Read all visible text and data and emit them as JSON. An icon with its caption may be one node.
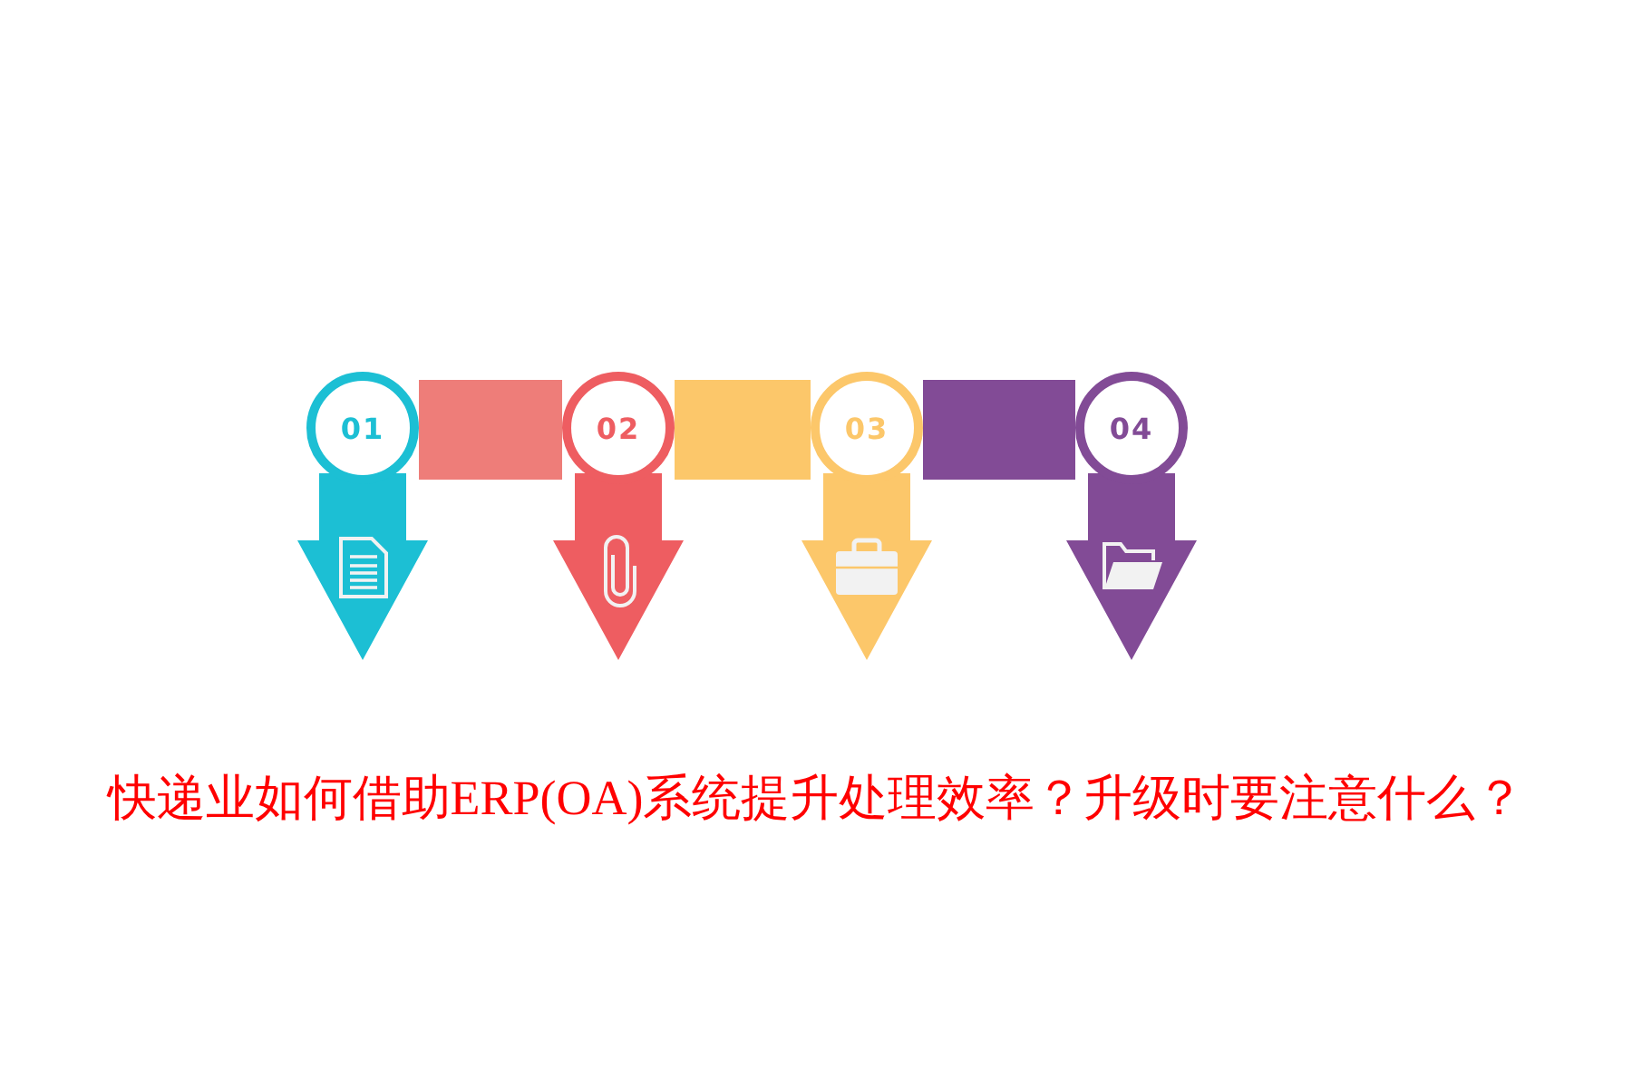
{
  "diagram": {
    "title": "快递业如何借助ERP(OA)系统提升处理效率？升级时要注意什么？",
    "nodes": [
      {
        "text": [
          "01"
        ]
      },
      {
        "text": [
          "02"
        ]
      },
      {
        "text": [
          "03"
        ]
      },
      {
        "text": [
          "04"
        ]
      }
    ],
    "edges": [
      {
        "from": 0,
        "to": 1,
        "arrow": "none",
        "color": "#ee7d79"
      },
      {
        "from": 1,
        "to": 2,
        "arrow": "none",
        "color": "#fcc76a"
      },
      {
        "from": 2,
        "to": 3,
        "arrow": "none",
        "color": "#824b96"
      },
      {
        "from": 0,
        "to": null,
        "arrow": "to",
        "color": "#1cbfd4"
      },
      {
        "from": 1,
        "to": null,
        "arrow": "to",
        "color": "#ee5d61"
      },
      {
        "from": 2,
        "to": null,
        "arrow": "to",
        "color": "#fcc76a"
      },
      {
        "from": 3,
        "to": null,
        "arrow": "to",
        "color": "#824b96"
      }
    ]
  }
}
